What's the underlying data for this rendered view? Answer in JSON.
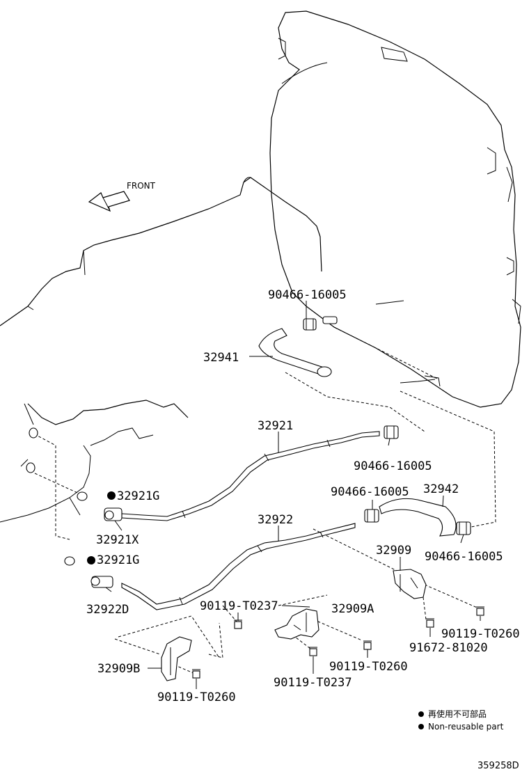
{
  "direction_label": "FRONT",
  "parts": {
    "clamp_top": "90466-16005",
    "hose_32941": "32941",
    "pipe_32921": "32921",
    "clamp_right_upper": "90466-16005",
    "gasket_32921g_a": "32921G",
    "union_32921x": "32921X",
    "gasket_32921g_b": "32921G",
    "union_32922d": "32922D",
    "pipe_32922": "32922",
    "clamp_mid": "90466-16005",
    "hose_32942": "32942",
    "clamp_right_lower": "90466-16005",
    "bracket_32909": "32909",
    "bolt_t0237_a": "90119-T0237",
    "bracket_32909a": "32909A",
    "bolt_t0260_right": "90119-T0260",
    "bolt_81020": "91672-81020",
    "bracket_32909b": "32909B",
    "bolt_t0260_mid": "90119-T0260",
    "bolt_t0237_b": "90119-T0237",
    "bolt_t0260_left": "90119-T0260"
  },
  "legend": {
    "line1": "再使用不可部品",
    "line2": "Non-reusable part"
  },
  "drawing_code": "359258D"
}
